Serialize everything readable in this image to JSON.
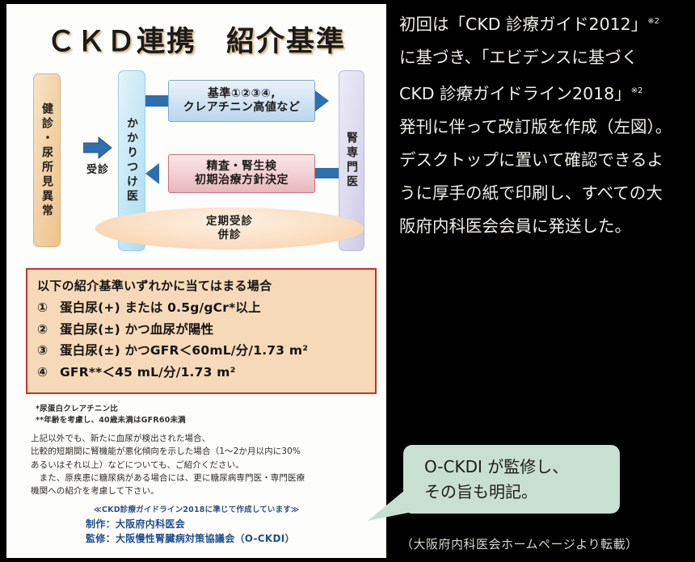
{
  "poster": {
    "title": "ＣＫＤ連携　紹介基準",
    "diagram": {
      "col_screening": "健診・尿所見異常",
      "col_primary_care": "かかりつけ医",
      "col_nephrologist": "腎専門医",
      "arrow_label": "受診",
      "box_referral_criteria": "基準①②③④,\nクレアチニン高値など",
      "box_workup": "精査・腎生検\n初期治療方針決定",
      "ellipse_label": "定期受診\n併診"
    },
    "criteria": {
      "heading": "以下の紹介基準いずれかに当てはまる場合",
      "items": [
        {
          "num": "①",
          "text": "蛋白尿(+) または 0.5g/gCr*以上"
        },
        {
          "num": "②",
          "text": "蛋白尿(±) かつ血尿が陽性"
        },
        {
          "num": "③",
          "text": "蛋白尿(±) かつGFR＜60mL/分/1.73 m²"
        },
        {
          "num": "④",
          "text": "GFR**＜45 mL/分/1.73 m²"
        }
      ]
    },
    "footnotes": "*尿蛋白クレアチニン比\n**年齢を考慮し、40歳未満はGFR60未満",
    "notes": "上記以外でも、新たに血尿が検出された場合、\n比較的短期間に腎機能が悪化傾向を示した場合（1～2か月以内に30%\nあるいはそれ以上）などについても、ご紹介ください。\n　また、原疾患に糖尿病がある場合には、更に糖尿病専門医・専門医療\n機関への紹介を考慮して下さい。",
    "guideline_note": "≪CKD診療ガイドライン2018に準じて作成しています≫",
    "credits": "制作：大阪府内科医会\n監修：大阪慢性腎臓病対策協議会（O-CKDI）"
  },
  "right_panel": {
    "body_lines": [
      {
        "text": "初回は「CKD 診療ガイド2012」",
        "sup": "※2"
      },
      {
        "text": "に基づき、「エビデンスに基づく",
        "sup": ""
      },
      {
        "text": "CKD 診療ガイドライン2018」",
        "sup": "※2"
      },
      {
        "text": "発刊に伴って改訂版を作成（左図）。",
        "sup": ""
      },
      {
        "text": "デスクトップに置いて確認できるよ",
        "sup": ""
      },
      {
        "text": "うに厚手の紙で印刷し、すべての大",
        "sup": ""
      },
      {
        "text": "阪府内科医会会員に発送した。",
        "sup": ""
      }
    ],
    "callout": "O-CKDI が監修し、\nその旨も明記。",
    "caption": "（大阪府内科医会ホームページより転載）"
  },
  "colors": {
    "background": "#000000",
    "poster_bg": "#fdfdfb",
    "criteria_border": "#c8302b",
    "criteria_fill": "#f6d9b8",
    "callout_fill": "#c7e0d1",
    "arrow_blue": "#2f6fad",
    "credit_blue": "#1f4e91"
  }
}
